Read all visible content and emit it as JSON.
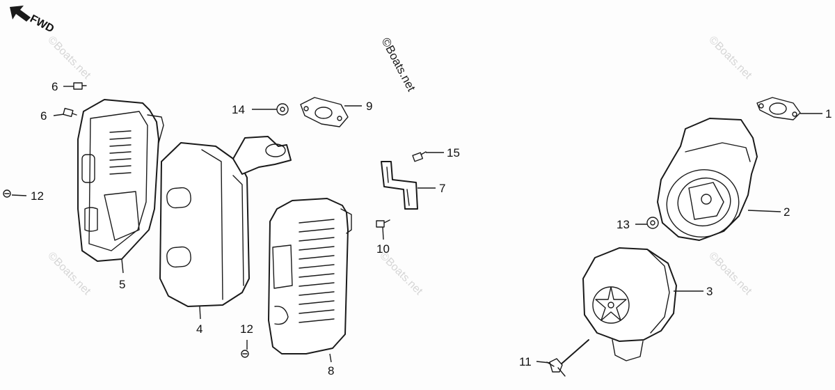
{
  "orientation_label": "FWD",
  "watermark_text": "©Boats.net",
  "callouts": [
    {
      "id": "c6a",
      "label": "6"
    },
    {
      "id": "c6b",
      "label": "6"
    },
    {
      "id": "c12a",
      "label": "12"
    },
    {
      "id": "c5",
      "label": "5"
    },
    {
      "id": "c4",
      "label": "4"
    },
    {
      "id": "c14",
      "label": "14"
    },
    {
      "id": "c9",
      "label": "9"
    },
    {
      "id": "c15",
      "label": "15"
    },
    {
      "id": "c7",
      "label": "7"
    },
    {
      "id": "c10",
      "label": "10"
    },
    {
      "id": "c12b",
      "label": "12"
    },
    {
      "id": "c8",
      "label": "8"
    },
    {
      "id": "c1",
      "label": "1"
    },
    {
      "id": "c2",
      "label": "2"
    },
    {
      "id": "c13",
      "label": "13"
    },
    {
      "id": "c3",
      "label": "3"
    },
    {
      "id": "c11",
      "label": "11"
    }
  ]
}
